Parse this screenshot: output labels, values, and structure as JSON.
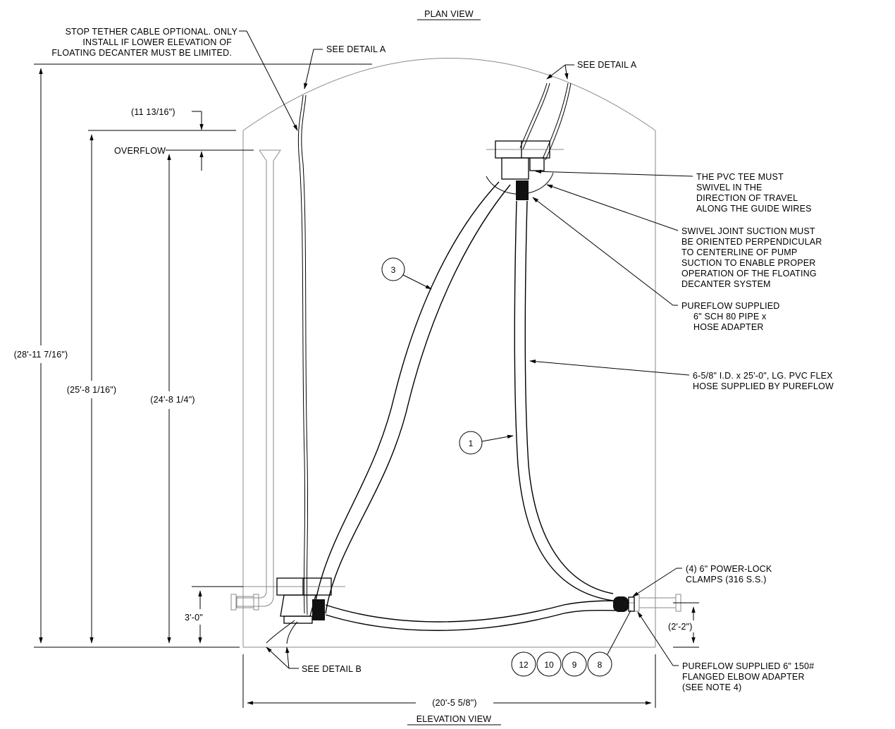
{
  "titles": {
    "plan_view": "PLAN VIEW",
    "elevation_view": "ELEVATION VIEW"
  },
  "callouts": {
    "stop_tether": [
      "STOP TETHER CABLE OPTIONAL. ONLY",
      "INSTALL IF LOWER ELEVATION OF",
      "FLOATING DECANTER MUST BE LIMITED."
    ],
    "see_detail_a_1": "SEE DETAIL A",
    "see_detail_a_2": "SEE DETAIL A",
    "see_detail_b": "SEE DETAIL B",
    "overflow": "OVERFLOW",
    "pvc_tee": [
      "THE PVC TEE MUST",
      "SWIVEL IN THE",
      "DIRECTION OF TRAVEL",
      "ALONG THE GUIDE WIRES"
    ],
    "swivel_joint": [
      "SWIVEL JOINT SUCTION MUST",
      "BE ORIENTED PERPENDICULAR",
      "TO CENTERLINE OF PUMP",
      "SUCTION TO ENABLE PROPER",
      "OPERATION OF THE FLOATING",
      "DECANTER SYSTEM"
    ],
    "pureflow_pipe": [
      "PUREFLOW SUPPLIED",
      "6\" SCH 80 PIPE x",
      "HOSE ADAPTER"
    ],
    "flex_hose": [
      "6-5/8\" I.D. x 25'-0\", LG. PVC FLEX",
      "HOSE SUPPLIED BY PUREFLOW"
    ],
    "power_lock": [
      "(4) 6\" POWER-LOCK",
      "CLAMPS (316 S.S.)"
    ],
    "flanged_elbow": [
      "PUREFLOW SUPPLIED 6\" 150#",
      "FLANGED ELBOW ADAPTER",
      "(SEE NOTE 4)"
    ]
  },
  "dimensions": {
    "d_28": "(28'-11 7/16\")",
    "d_25": "(25'-8 1/16\")",
    "d_24": "(24'-8 1/4\")",
    "d_11": "(11 13/16\")",
    "d_3": "3'-0\"",
    "d_2": "(2'-2\")",
    "d_20": "(20'-5 5/8\")"
  },
  "balloons": {
    "b3": "3",
    "b1": "1",
    "b12": "12",
    "b10": "10",
    "b9": "9",
    "b8": "8"
  }
}
